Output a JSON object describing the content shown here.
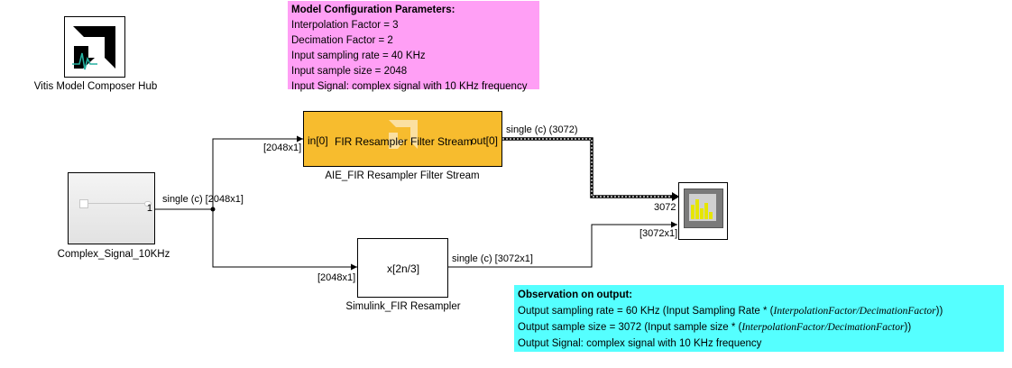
{
  "hub": {
    "label": "Vitis Model Composer Hub",
    "icon": "amd-logo-icon"
  },
  "config_note": {
    "heading": "Model Configuration Parameters:",
    "lines": [
      "Interpolation Factor = 3",
      "Decimation Factor = 2",
      "Input sampling rate = 40 KHz",
      "Input sample size = 2048",
      "Input Signal: complex signal with 10 KHz frequency"
    ],
    "color": "#ff9ff5"
  },
  "observation_note": {
    "heading": "Observation on output:",
    "rate_text": "Output sampling rate = 60 KHz (Input Sampling Rate * (",
    "size_text": "Output sample size = 3072 (Input sample size * (",
    "formula": "InterpolationFactor/DecimationFactor",
    "close": "))",
    "signal_text": "Output Signal: complex signal with 10 KHz frequency",
    "color": "#55ffff"
  },
  "blocks": {
    "source": {
      "label": "Complex_Signal_10KHz",
      "port_out": "1"
    },
    "aie": {
      "label": "AIE_FIR Resampler Filter Stream",
      "title": "FIR Resampler Filter Stream",
      "port_in": "in[0]",
      "port_out": "out[0]",
      "color": "#f7bc2e"
    },
    "simulink": {
      "label": "Simulink_FIR Resampler",
      "expr": "x[2n/3]"
    },
    "scope": {
      "icon": "spectrum-analyzer-icon"
    }
  },
  "signals": {
    "source_out": "single (c) [2048x1]",
    "aie_in_dim": "[2048x1]",
    "aie_out": "single (c) (3072)",
    "scope_in1_dim": "3072",
    "sim_in_dim": "[2048x1]",
    "sim_out": "single (c) [3072x1]",
    "scope_in2_dim": "[3072x1]"
  }
}
